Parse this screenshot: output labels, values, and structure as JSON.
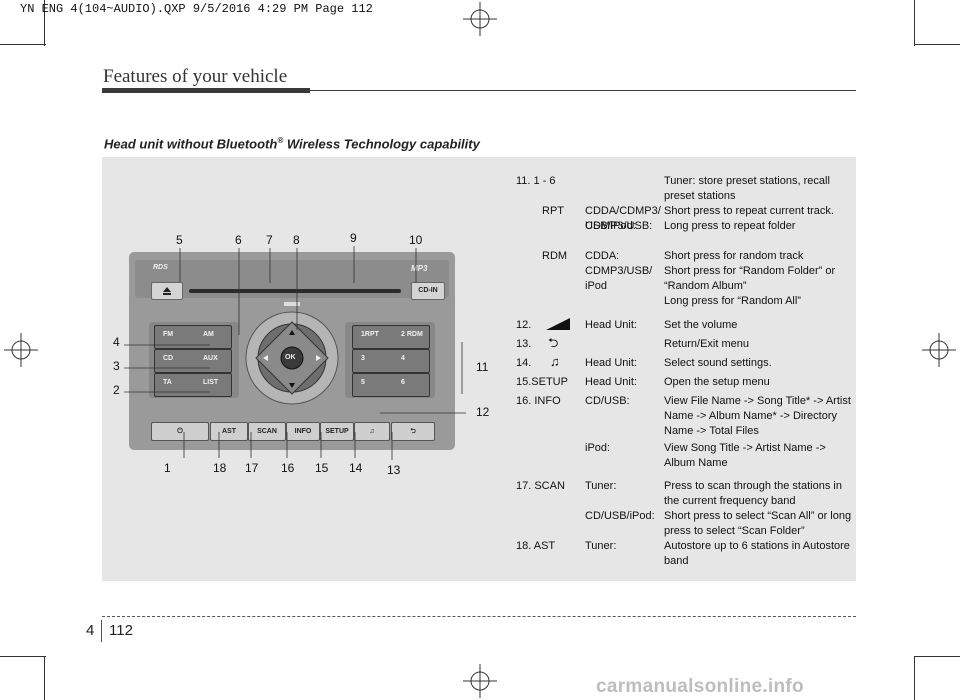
{
  "print_header": "YN ENG 4(104~AUDIO).QXP  9/5/2016  4:29 PM  Page 112",
  "section_title": "Features of your vehicle",
  "sub_heading": {
    "main": "Head unit without Bluetooth",
    "sup": "®",
    "tail": " Wireless Technology capability"
  },
  "device": {
    "logo_left": "RDS",
    "logo_right": "MP3",
    "eject_icon": "eject-icon",
    "cd_in": "CD-IN",
    "left_buttons": [
      {
        "a": "FM",
        "b": "AM"
      },
      {
        "a": "CD",
        "b": "AUX"
      },
      {
        "a": "TA",
        "b": "LIST"
      }
    ],
    "right_buttons": [
      {
        "a": "1RPT",
        "b": "2 RDM"
      },
      {
        "a": "3",
        "b": "4"
      },
      {
        "a": "5",
        "b": "6"
      }
    ],
    "ok": "OK",
    "bottom_buttons": [
      "AST",
      "SCAN",
      "INFO",
      "SETUP"
    ]
  },
  "callouts": {
    "n1": "1",
    "n2": "2",
    "n3": "3",
    "n4": "4",
    "n5": "5",
    "n6": "6",
    "n7": "7",
    "n8": "8",
    "n9": "9",
    "n10": "10",
    "n11": "11",
    "n12": "12",
    "n13": "13",
    "n14": "14",
    "n15": "15",
    "n16": "16",
    "n17": "17",
    "n18": "18"
  },
  "items": [
    {
      "num": "11.  1 - 6",
      "mode": "",
      "desc": "Tuner: store preset stations, recall preset stations"
    },
    {
      "num": "RPT",
      "mode": "CDDA/CDMP3/ USB/iPod:",
      "desc": "Short press to repeat current track."
    },
    {
      "num": "",
      "mode": "CDMP3/USB:",
      "desc": "Long press to repeat folder"
    },
    {
      "num": "RDM",
      "mode": "CDDA:",
      "desc": "Short press for random track"
    },
    {
      "num": "",
      "mode": "CDMP3/USB/ iPod",
      "desc": "Short press for “Random Folder” or “Random Album”"
    },
    {
      "num": "",
      "mode": "",
      "desc": "Long press for “Random All”"
    },
    {
      "num": "12.",
      "mode": "Head Unit:",
      "desc": "Set the volume"
    },
    {
      "num": "13.",
      "mode": "",
      "desc": "Return/Exit menu"
    },
    {
      "num": "14.",
      "mode": "Head Unit:",
      "desc": "Select sound settings."
    },
    {
      "num": "15.SETUP",
      "mode": "Head Unit:",
      "desc": "Open the setup menu"
    },
    {
      "num": "16.  INFO",
      "mode": "CD/USB:",
      "desc": "View File Name -> Song Title* -> Artist Name -> Album Name* -> Directory Name -> Total Files"
    },
    {
      "num": "",
      "mode": "iPod:",
      "desc": "View Song Title -> Artist Name -> Album Name"
    },
    {
      "num": "17.  SCAN",
      "mode": "Tuner:",
      "desc": "Press to scan through the stations in the current frequency band"
    },
    {
      "num": "",
      "mode": "CD/USB/iPod:",
      "desc": "Short press to select “Scan All” or long press to select “Scan Folder”"
    },
    {
      "num": "18.  AST",
      "mode": "Tuner:",
      "desc": "Autostore up to 6 stations in Autostore band"
    }
  ],
  "footer": {
    "chapter": "4",
    "page": "112"
  },
  "watermark": "carmanualsonline.info"
}
